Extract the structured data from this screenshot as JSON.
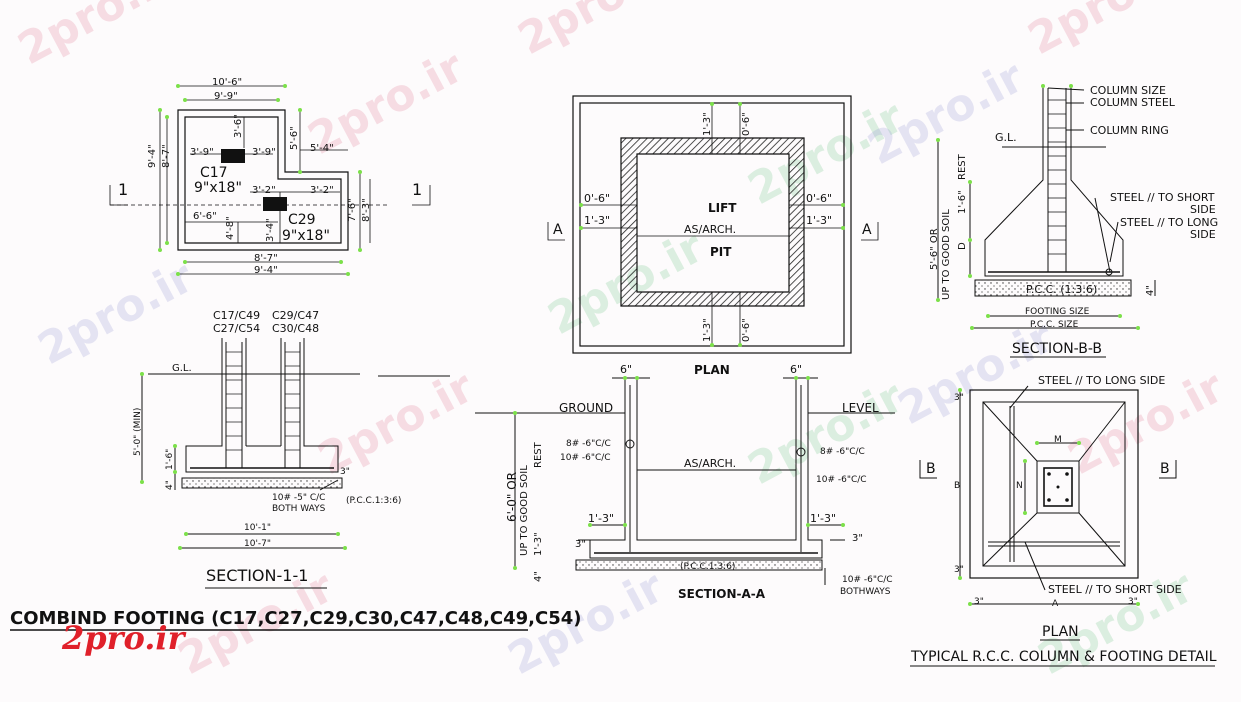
{
  "watermark": "2pro.ir",
  "brand": "2pro.ir",
  "main_title": "COMBIND FOOTING (C17,C27,C29,C30,C47,C48,C49,C54)",
  "footing_plan": {
    "dim_top_outer": "10'-6\"",
    "dim_top_inner": "9'-9\"",
    "dim_left_1": "9'-4\"",
    "dim_left_2": "8'-7\"",
    "dim_c17_left": "3'-9\"",
    "dim_c17_right": "3'-9\"",
    "dim_c17_vert": "3'-6\"",
    "dim_right_vert": "5'-6\"",
    "dim_step": "5'-4\"",
    "c17_label": "C17",
    "c17_size": "9\"x18\"",
    "c29_label": "C29",
    "c29_size": "9\"x18\"",
    "dim_c29_left": "3'-2\"",
    "dim_c29_right": "3'-2\"",
    "dim_c29_vert": "3'-4\"",
    "dim_bottom_left": "6'-6\"",
    "dim_bottom_gap": "4'-8\"",
    "dim_right_lower_1": "7'-6\"",
    "dim_right_lower_2": "8'-3\"",
    "dim_bottom_inner": "8'-7\"",
    "dim_bottom_outer": "9'-4\"",
    "section_mark": "1"
  },
  "section_1": {
    "col_labels_1": "C17/C49",
    "col_labels_2": "C27/C54",
    "col_labels_3": "C29/C47",
    "col_labels_4": "C30/C48",
    "gl": "G.L.",
    "depth": "5'-0\" (MIN)",
    "d1": "1'-6\"",
    "d2": "4\"",
    "d3": "3\"",
    "bars": "10# -5\" C/C",
    "bars2": "BOTH WAYS",
    "pcc": "(P.C.C.1:3:6)",
    "dim_inner": "10'-1\"",
    "dim_outer": "10'-7\"",
    "title": "SECTION-1-1"
  },
  "lift_plan": {
    "label_lift": "LIFT",
    "label_arch": "AS/ARCH.",
    "label_pit": "PIT",
    "dim_a": "1'-3\"",
    "dim_b": "0'-6\"",
    "mark": "A",
    "title": "PLAN"
  },
  "section_aa": {
    "dim_top": "6\"",
    "ground": "GROUND",
    "level": "LEVEL",
    "bars": "8# -6\"C/C",
    "bars2": "10# -6\"C/C",
    "arch": "AS/ARCH.",
    "depth": "6'-0\" OR",
    "depth2": "UP TO GOOD SOIL",
    "rest": "REST",
    "dim_side": "1'-3\"",
    "dim_3": "3\"",
    "dim_4": "4\"",
    "pcc": "(P.C.C.1:3:6)",
    "bottom_bars": "10# -6\"C/C",
    "bottom_bars2": "BOTHWAYS",
    "title": "SECTION-A-A"
  },
  "section_bb": {
    "column_size": "COLUMN SIZE",
    "column_steel": "COLUMN STEEL",
    "column_ring": "COLUMN RING",
    "gl": "G.L.",
    "steel_short": "STEEL // TO SHORT",
    "side": "SIDE",
    "steel_long": "STEEL // TO LONG",
    "side2": "SIDE",
    "depth": "5'-6\" OR",
    "depth2": "UP TO GOOD SOIL",
    "rest": "REST",
    "d1": "1'-6\"",
    "d": "D",
    "pcc": "P.C.C. (1:3:6)",
    "d4": "4\"",
    "footing_size": "FOOTING SIZE",
    "pcc_size": "P.C.C. SIZE",
    "title": "SECTION-B-B"
  },
  "typical_plan": {
    "steel_long": "STEEL // TO LONG SIDE",
    "steel_short": "STEEL // TO SHORT SIDE",
    "m": "M",
    "n": "N",
    "b": "B",
    "a": "A",
    "d3": "3\"",
    "mark": "B",
    "plan": "PLAN",
    "title": "TYPICAL R.C.C. COLUMN & FOOTING DETAIL"
  }
}
